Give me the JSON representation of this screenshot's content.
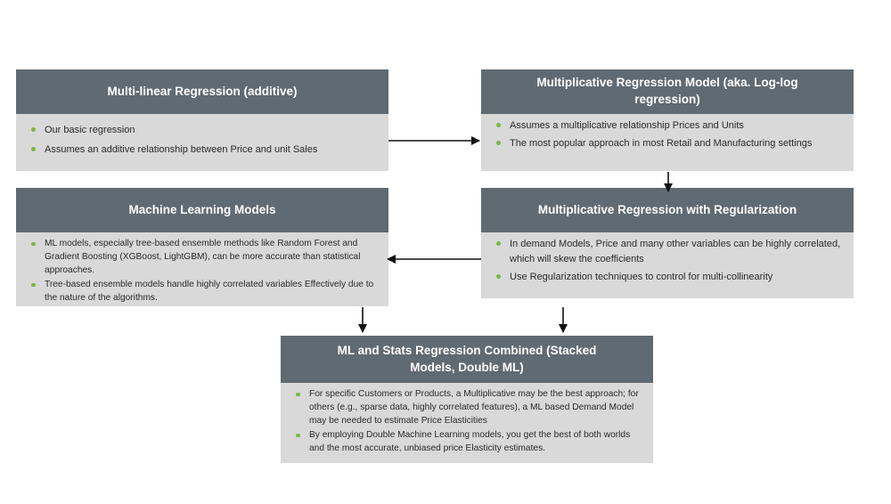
{
  "boxes": {
    "mlr": {
      "title": "Multi-linear Regression (additive)",
      "bullets": [
        "Our basic regression",
        "Assumes an additive relationship between Price and unit Sales"
      ]
    },
    "mrm": {
      "title": "Multiplicative Regression Model (aka. Log-log regression)",
      "bullets": [
        "Assumes a multiplicative relationship Prices and Units",
        "The most popular approach in most Retail and Manufacturing settings"
      ]
    },
    "mlm": {
      "title": "Machine Learning Models",
      "bullets": [
        "ML models, especially tree-based ensemble methods like Random Forest and Gradient Boosting (XGBoost, LightGBM), can be more accurate than statistical approaches.",
        "Tree-based ensemble models handle highly correlated variables Effectively due to the nature of the algorithms."
      ]
    },
    "mrr": {
      "title": "Multiplicative Regression with Regularization",
      "bullets": [
        "In demand Models, Price and many other variables can be highly correlated, which will skew the coefficients",
        "Use Regularization techniques to control for multi-collinearity"
      ]
    },
    "combined": {
      "title": "ML and Stats Regression Combined (Stacked Models, Double ML)",
      "bullets": [
        "For specific Customers or Products, a Multiplicative may be the best approach; for others (e.g., sparse data, highly correlated features), a ML based Demand Model may be needed to estimate Price Elasticities",
        "By employing Double Machine Learning models, you get the best of both worlds and the most accurate, unbiased price Elasticity estimates."
      ]
    }
  },
  "colors": {
    "header": "#5f6a73",
    "body": "#d9d9d9",
    "bullet": "#7ab648",
    "arrow": "#111111"
  }
}
